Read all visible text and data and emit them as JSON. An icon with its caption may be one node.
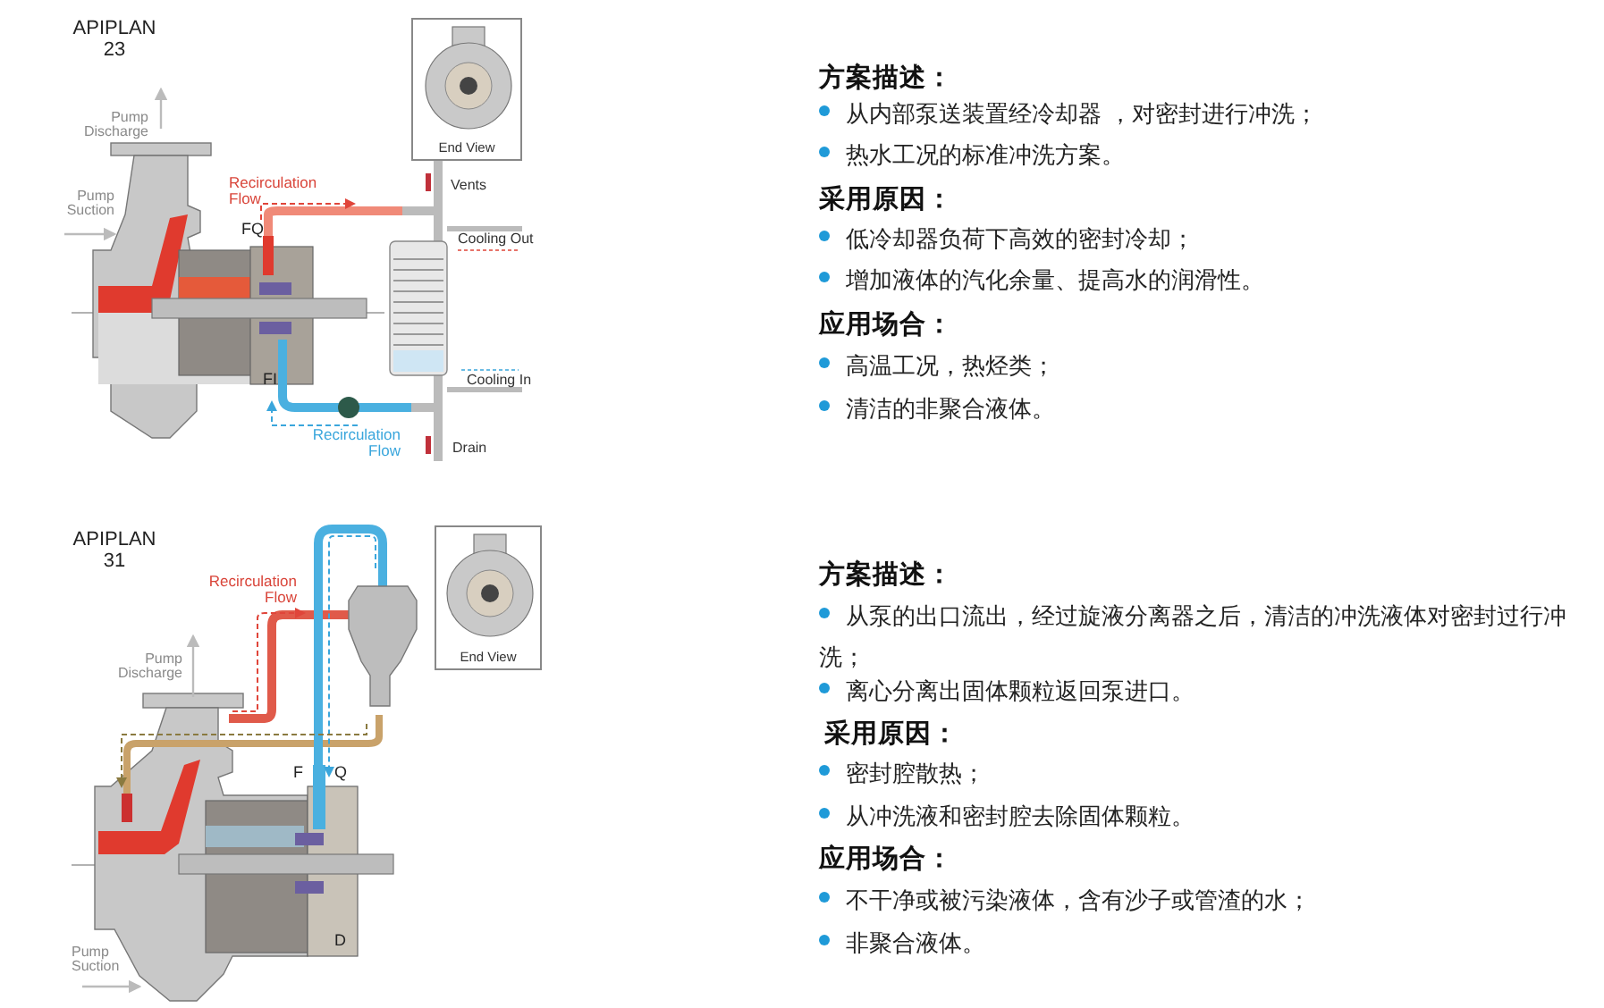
{
  "diagram": {
    "nodes": [
      {
        "text": [
          "End View"
        ]
      },
      {
        "text": [
          "End View"
        ]
      }
    ],
    "labels": [
      "APIPLAN 23",
      "Pump Discharge",
      "Pump Suction",
      "Recirculation Flow",
      "FQ",
      "Vents",
      "Cooling Out",
      "FI",
      "Cooling In",
      "Recirculation Flow",
      "Drain",
      "方案描述：",
      "从内部泵送装置经冷却器 ，对密封进行冲洗；",
      "热水工况的标准冲洗方案。",
      "采用原因：",
      "低冷却器负荷下高效的密封冷却；",
      "增加液体的汽化余量、提高水的润滑性。",
      "应用场合：",
      "高温工况，热烃类；",
      "清洁的非聚合液体。",
      "APIPLAN 31",
      "Recirculation Flow",
      "Pump Discharge",
      "F",
      "Q",
      "D",
      "Pump Suction",
      "方案描述：",
      "从泵的出口流出，经过旋液分离器之后，清洁的冲洗液体对密封过行冲洗；",
      "离心分离出固体颗粒返回泵进口。",
      "采用原因：",
      "密封腔散热；",
      "从冲洗液和密封腔去除固体颗粒。",
      "应用场合：",
      "不干净或被污染液体，含有沙子或管渣的水；",
      "非聚合液体。"
    ]
  }
}
